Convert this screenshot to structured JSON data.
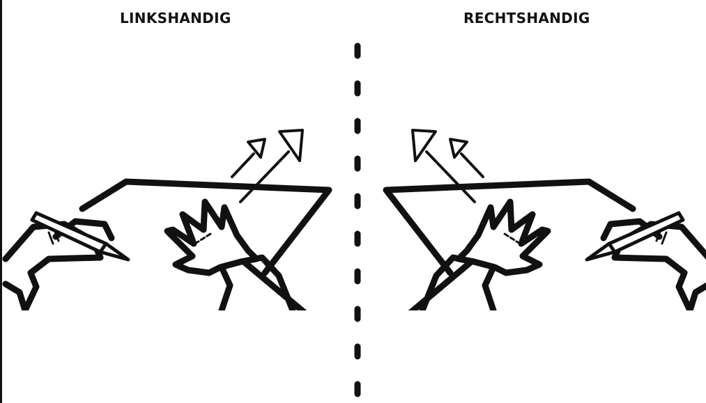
{
  "labels": {
    "left": "LINKSHANDIG",
    "right": "RECHTSHANDIG"
  },
  "colors": {
    "ink": "#111111",
    "background": "#ffffff"
  },
  "icons": {
    "left_panel": [
      "writing-hand-icon",
      "spread-hand-icon",
      "paper-outline",
      "direction-arrow-icon"
    ],
    "right_panel": [
      "writing-hand-icon",
      "spread-hand-icon",
      "paper-outline",
      "direction-arrow-icon"
    ],
    "divider": "dashed-divider"
  }
}
